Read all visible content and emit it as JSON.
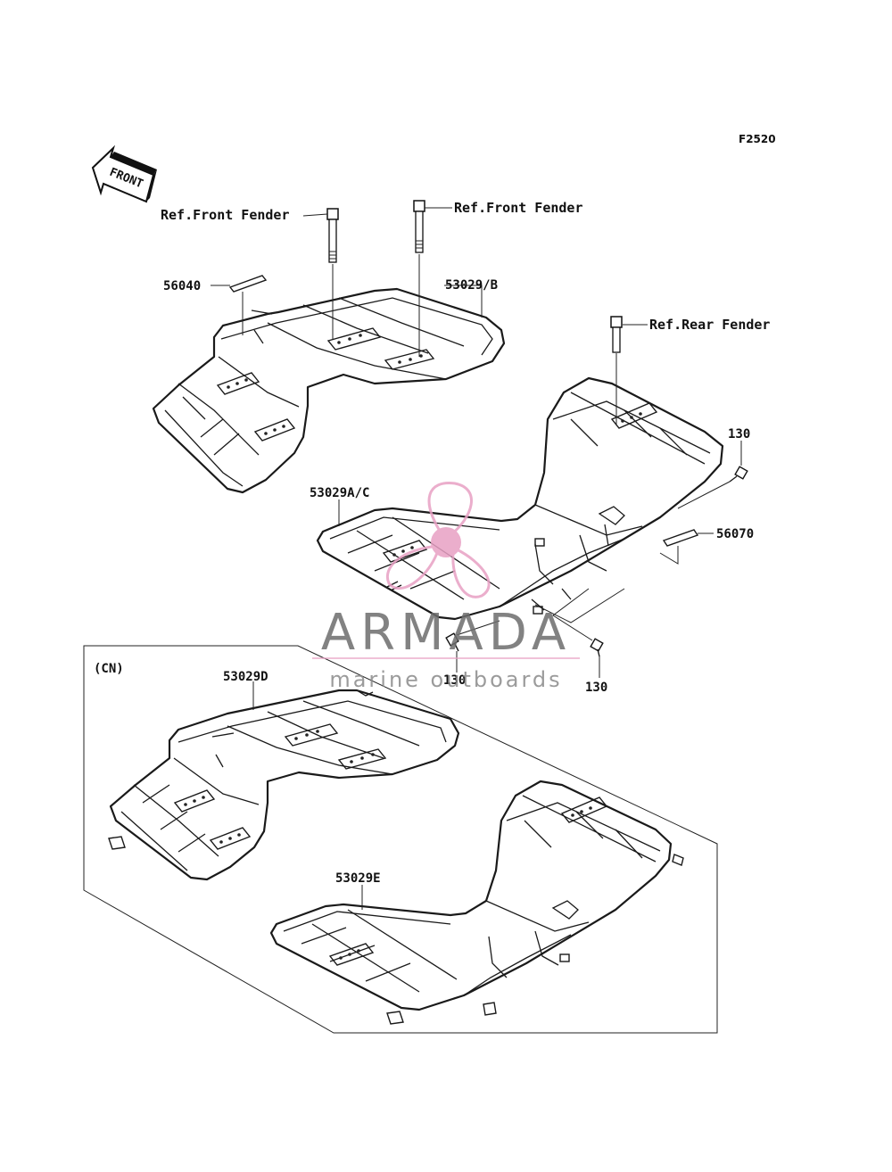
{
  "diagram": {
    "code": "F2520",
    "front_marker": "FRONT",
    "cn_label": "(CN)",
    "labels": {
      "ref_front_fender_left": "Ref.Front Fender",
      "ref_front_fender_right": "Ref.Front Fender",
      "ref_rear_fender": "Ref.Rear Fender",
      "part_56040": "56040",
      "part_53029_b": "53029/B",
      "part_53029_ac": "53029A/C",
      "part_130_right": "130",
      "part_56070": "56070",
      "part_130_bottom_left": "130",
      "part_130_bottom_right": "130",
      "part_53029d": "53029D",
      "part_53029e": "53029E"
    }
  },
  "watermark": {
    "brand": "ARMADA",
    "tagline": "marine outboards",
    "accent_color": "#e8a0c4",
    "text_color": "#6d6d6d"
  }
}
